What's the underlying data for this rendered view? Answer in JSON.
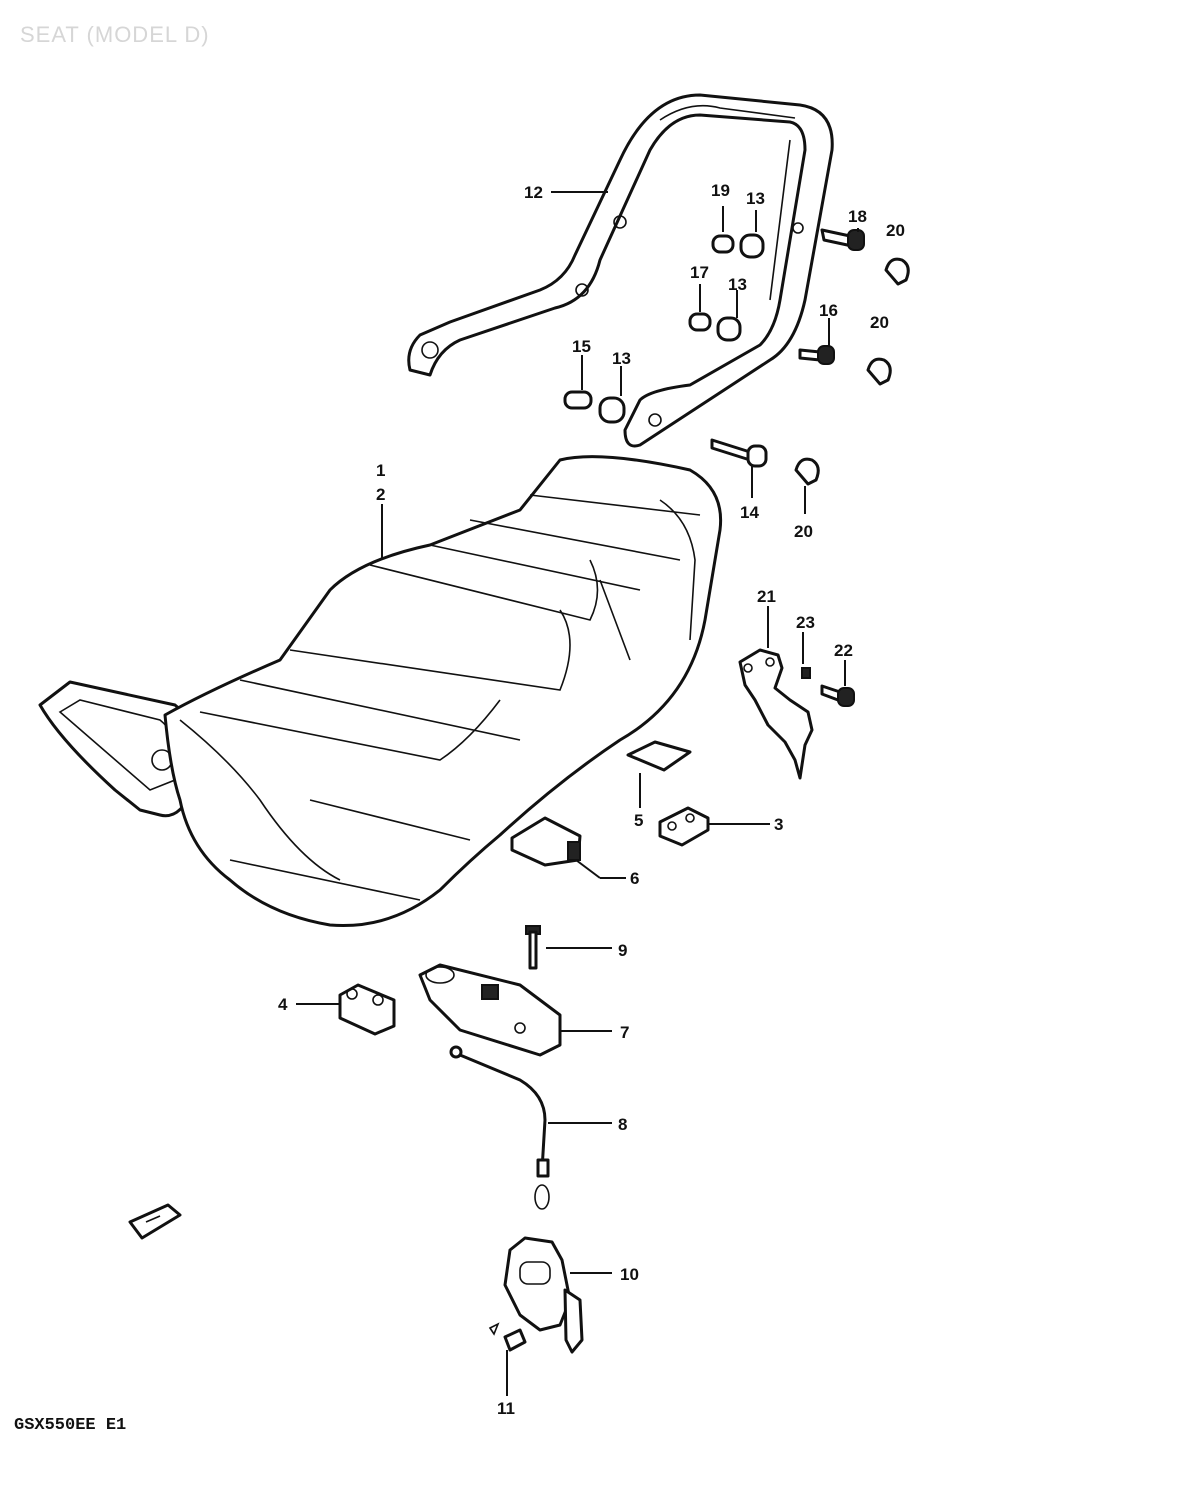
{
  "title": "SEAT (MODEL D)",
  "model_code": "GSX550EE E1",
  "callouts": [
    {
      "id": "c1",
      "text": "1"
    },
    {
      "id": "c2",
      "text": "2"
    },
    {
      "id": "c3",
      "text": "3"
    },
    {
      "id": "c4",
      "text": "4"
    },
    {
      "id": "c5",
      "text": "5"
    },
    {
      "id": "c6",
      "text": "6"
    },
    {
      "id": "c7",
      "text": "7"
    },
    {
      "id": "c8",
      "text": "8"
    },
    {
      "id": "c9",
      "text": "9"
    },
    {
      "id": "c10",
      "text": "10"
    },
    {
      "id": "c11",
      "text": "11"
    },
    {
      "id": "c12",
      "text": "12"
    },
    {
      "id": "c13a",
      "text": "13"
    },
    {
      "id": "c13b",
      "text": "13"
    },
    {
      "id": "c13c",
      "text": "13"
    },
    {
      "id": "c14",
      "text": "14"
    },
    {
      "id": "c15",
      "text": "15"
    },
    {
      "id": "c16",
      "text": "16"
    },
    {
      "id": "c17",
      "text": "17"
    },
    {
      "id": "c18",
      "text": "18"
    },
    {
      "id": "c19",
      "text": "19"
    },
    {
      "id": "c20a",
      "text": "20"
    },
    {
      "id": "c20b",
      "text": "20"
    },
    {
      "id": "c20c",
      "text": "20"
    },
    {
      "id": "c21",
      "text": "21"
    },
    {
      "id": "c22",
      "text": "22"
    },
    {
      "id": "c23",
      "text": "23"
    }
  ]
}
